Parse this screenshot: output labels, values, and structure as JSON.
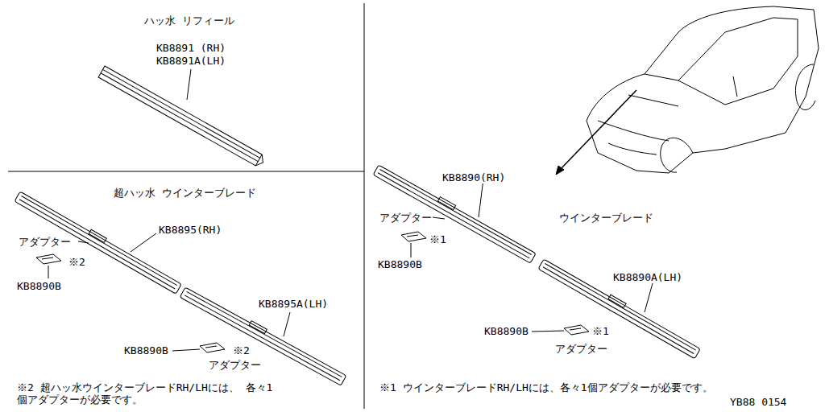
{
  "diagram": {
    "labels": [
      "ハッ水 リフィール",
      "KB8891 (RH)",
      "KB8891A(LH)",
      "超ハッ水 ウインターブレード",
      "KB8895(RH)",
      "アダプター",
      "※2",
      "KB8890B",
      "KB8895A(LH)",
      "KB8890B",
      "※2",
      "アダプター",
      "※2 超ハッ水ウインターブレードRH/LHには、 各々1個アダプターが必要です。",
      "KB8890(RH)",
      "アダプター",
      "※1",
      "KB8890B",
      "ウインターブレード",
      "KB8890A(LH)",
      "KB8890B",
      "※1",
      "アダプター",
      "※1 ウインターブレードRH/LHには、各々1個アダプターが必要です。",
      "YB88 0154"
    ]
  }
}
